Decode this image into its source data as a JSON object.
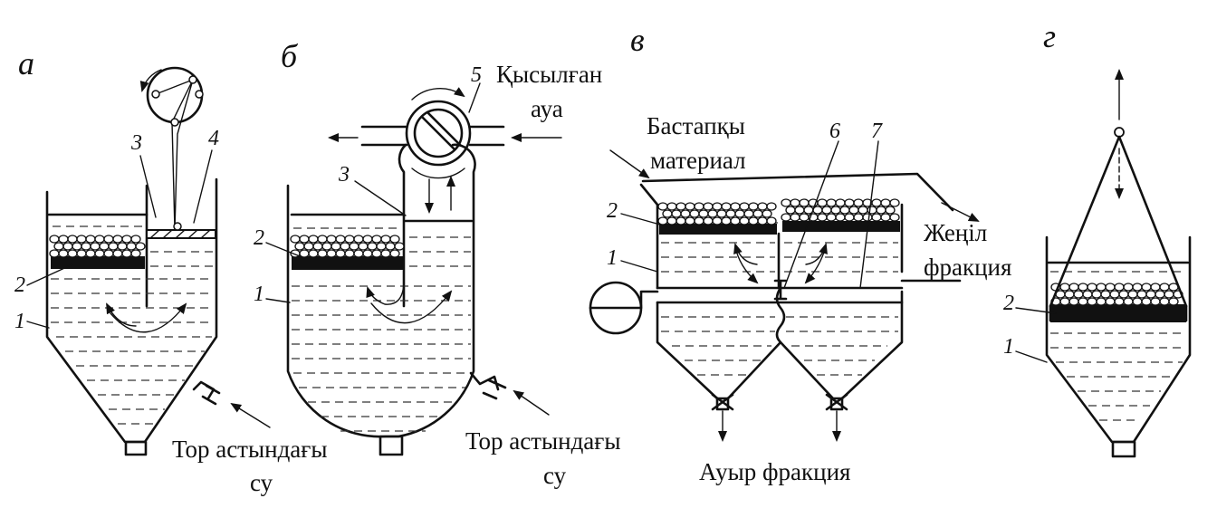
{
  "panels": [
    {
      "letter": "а",
      "labels": {
        "n1": "1",
        "n2": "2",
        "n3": "3",
        "n4": "4"
      },
      "water_label_line1": "Тор астындағы",
      "water_label_line2": "су"
    },
    {
      "letter": "б",
      "labels": {
        "n1": "1",
        "n2": "2",
        "n3": "3",
        "n5": "5"
      },
      "air_label_line1": "Қысылған",
      "air_label_line2": "ауа",
      "water_label_line1": "Тор астындағы",
      "water_label_line2": "су"
    },
    {
      "letter": "в",
      "labels": {
        "n1": "1",
        "n2": "2",
        "n6": "6",
        "n7": "7"
      },
      "feed_label_line1": "Бастапқы",
      "feed_label_line2": "материал",
      "light_label_line1": "Жеңіл",
      "light_label_line2": "фракция",
      "heavy_label": "Ауыр фракция"
    },
    {
      "letter": "г",
      "labels": {
        "n1": "1",
        "n2": "2"
      }
    }
  ]
}
